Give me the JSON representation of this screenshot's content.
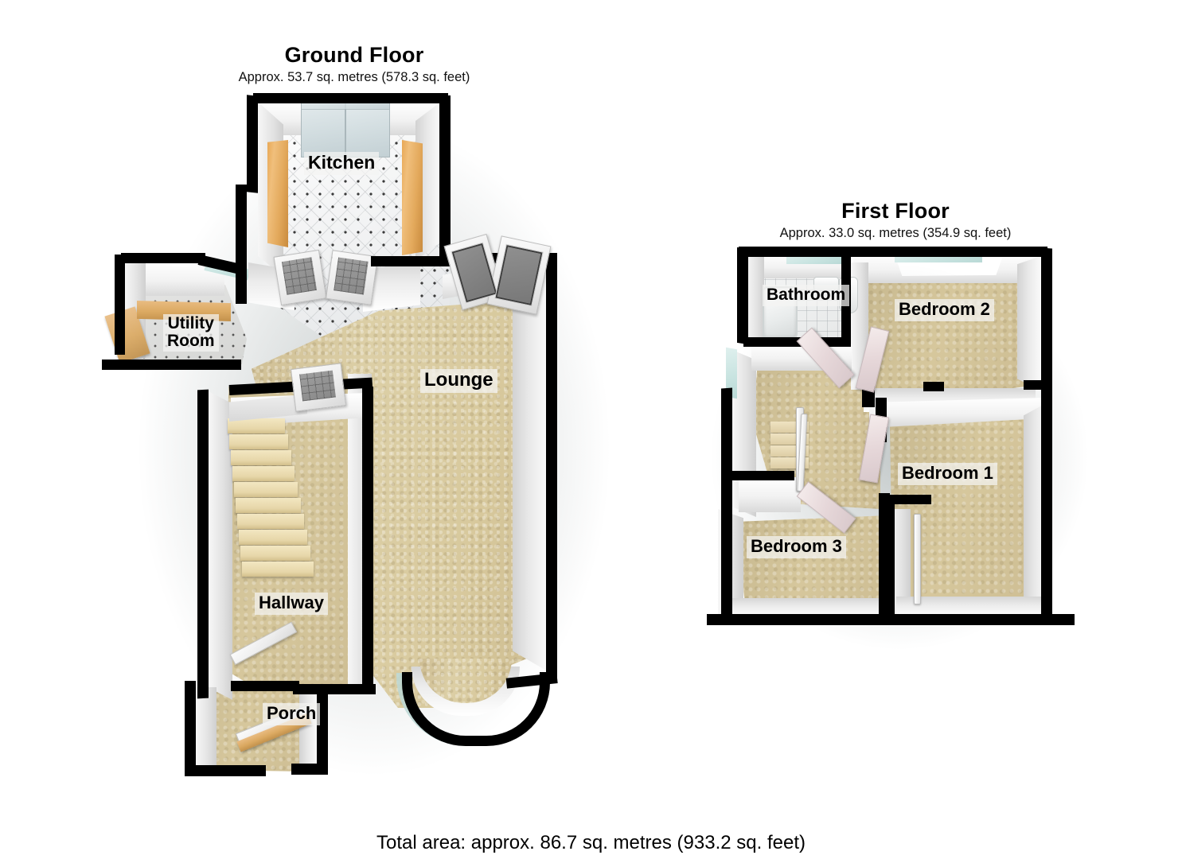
{
  "document": {
    "type": "floor-plan",
    "total_area_text": "Total area: approx. 86.7 sq. metres (933.2 sq. feet)",
    "total_area_metres": "86.7",
    "total_area_feet": "933.2"
  },
  "floors": [
    {
      "id": "ground",
      "title": "Ground Floor",
      "subtitle": "Approx. 53.7 sq. metres (578.3 sq. feet)",
      "area_metres": "53.7",
      "area_feet": "578.3",
      "rooms": [
        {
          "id": "kitchen",
          "label": "Kitchen"
        },
        {
          "id": "utility",
          "label": "Utility\nRoom",
          "line1": "Utility",
          "line2": "Room"
        },
        {
          "id": "lounge",
          "label": "Lounge"
        },
        {
          "id": "hallway",
          "label": "Hallway"
        },
        {
          "id": "porch",
          "label": "Porch"
        }
      ]
    },
    {
      "id": "first",
      "title": "First Floor",
      "subtitle": "Approx. 33.0 sq. metres (354.9 sq. feet)",
      "area_metres": "33.0",
      "area_feet": "354.9",
      "rooms": [
        {
          "id": "bathroom",
          "label": "Bathroom"
        },
        {
          "id": "bedroom2",
          "label": "Bedroom 2"
        },
        {
          "id": "bedroom1",
          "label": "Bedroom 1"
        },
        {
          "id": "bedroom3",
          "label": "Bedroom 3"
        }
      ]
    }
  ],
  "colors": {
    "wall": "#000000",
    "carpet": "#d8c99d",
    "tile": "#f2f3f4",
    "wood_counter": "#e3a95c",
    "glass": "#c9e4e1",
    "text": "#000000",
    "label_bg": "#f4f4f2"
  }
}
